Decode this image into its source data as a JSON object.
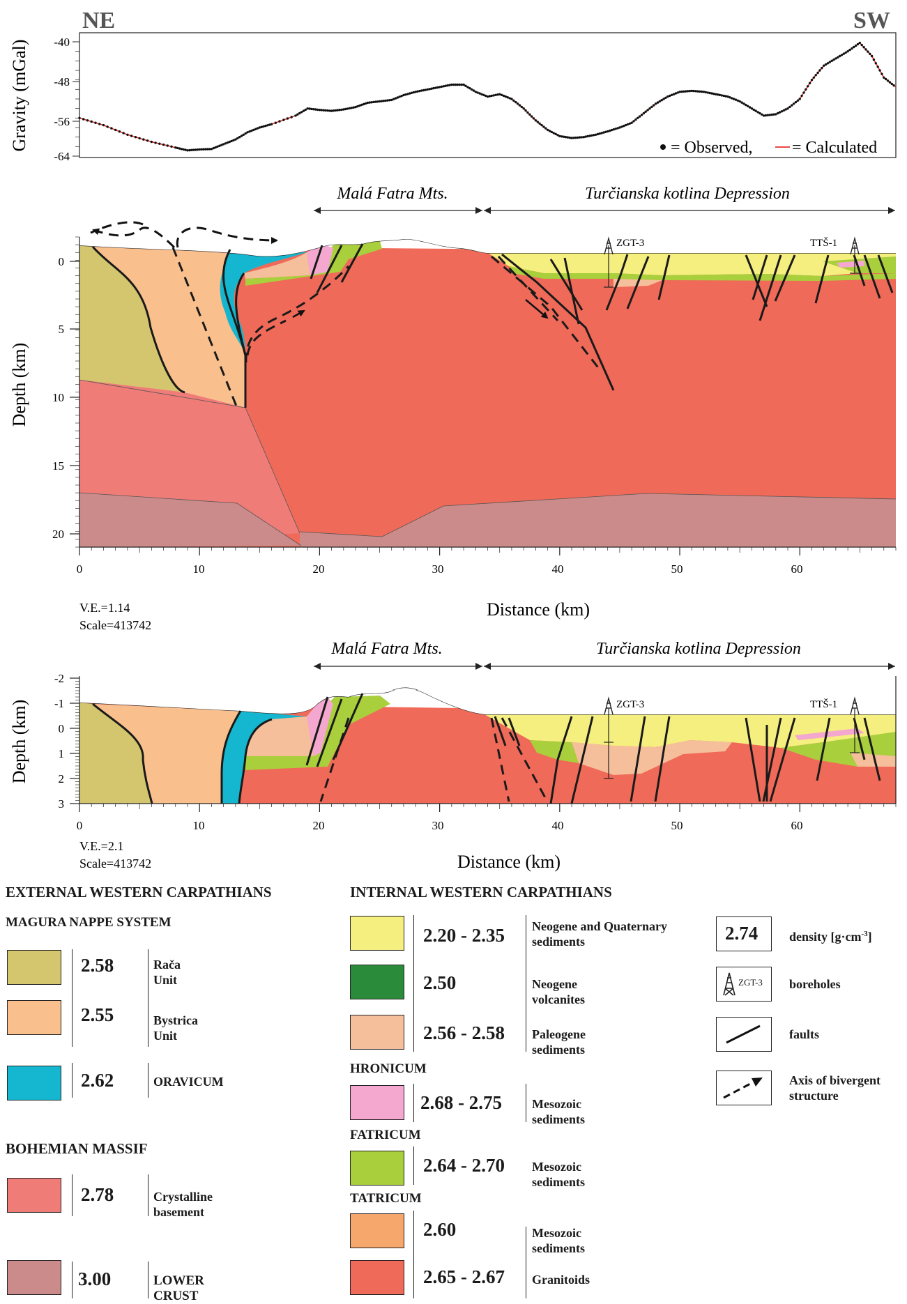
{
  "gravity": {
    "ylabel": "Gravity (mGal)",
    "yticks": [
      "-40",
      "-48",
      "-56",
      "-64"
    ],
    "left_label": "NE",
    "right_label": "SW",
    "legend_observed": "= Observed,",
    "legend_calculated": "= Calculated",
    "series": [
      {
        "name": "Observed",
        "color": "#111111"
      },
      {
        "name": "Calculated",
        "color": "#e8312a"
      }
    ],
    "chart_data": {
      "type": "line",
      "ylim": [
        -64,
        -38
      ],
      "xlim": [
        0,
        68
      ],
      "x": [
        0,
        2,
        4,
        6,
        8,
        9,
        10,
        11,
        12,
        13,
        14,
        15,
        16,
        18,
        19,
        20,
        21,
        22,
        23,
        24,
        25,
        26,
        27,
        28,
        29,
        30,
        31,
        32,
        33,
        34,
        35,
        36,
        37,
        38,
        39,
        40,
        41,
        42,
        43,
        44,
        45,
        46,
        47,
        48,
        49,
        50,
        51,
        52,
        53,
        54,
        55,
        56,
        57,
        58,
        59,
        60,
        61,
        62,
        63,
        64,
        65,
        66,
        67,
        68
      ],
      "values": [
        -56,
        -57.5,
        -59.5,
        -61,
        -62.2,
        -62.8,
        -62.6,
        -62.5,
        -61.5,
        -60.5,
        -59,
        -58,
        -57.3,
        -55.5,
        -54,
        -54.3,
        -54.5,
        -54.2,
        -53.7,
        -52.8,
        -52.5,
        -52.2,
        -51.2,
        -50.5,
        -50,
        -49.5,
        -49,
        -49,
        -50.5,
        -51.5,
        -51,
        -52,
        -54,
        -56.5,
        -58.5,
        -59.8,
        -60.2,
        -60,
        -59.5,
        -58.8,
        -58,
        -57,
        -55,
        -53,
        -51.5,
        -50.5,
        -50.3,
        -50.5,
        -51,
        -51.5,
        -52.5,
        -54,
        -55.5,
        -55.2,
        -54,
        -52,
        -48,
        -45,
        -43.5,
        -42,
        -40.2,
        -43,
        -47.5,
        -49.5
      ]
    }
  },
  "regions": {
    "mala_fatra": "Malá Fatra Mts.",
    "turcianska": "Turčianska kotlina Depression"
  },
  "boreholes": {
    "zgt": "ZGT-3",
    "tts": "TTŠ-1"
  },
  "section1": {
    "ylabel": "Depth (km)",
    "yticks": [
      "0",
      "5",
      "10",
      "15",
      "20"
    ],
    "xticks": [
      "0",
      "10",
      "20",
      "30",
      "40",
      "50",
      "60"
    ],
    "xlabel": "Distance (km)",
    "ve": "V.E.=1.14",
    "scale": "Scale=413742"
  },
  "section2": {
    "ylabel": "Depth (km)",
    "yticks": [
      "-2",
      "-1",
      "0",
      "1",
      "2",
      "3"
    ],
    "xticks": [
      "0",
      "10",
      "20",
      "30",
      "40",
      "50",
      "60"
    ],
    "xlabel": "Distance (km)",
    "ve": "V.E.=2.1",
    "scale": "Scale=413742"
  },
  "legend": {
    "external_title": "EXTERNAL WESTERN CARPATHIANS",
    "magura_title": "MAGURA NAPPE SYSTEM",
    "internal_title": "INTERNAL WESTERN CARPATHIANS",
    "bohemian_title": "BOHEMIAN MASSIF",
    "hronicum": "HRONICUM",
    "fatricum": "FATRICUM",
    "tatricum": "TATRICUM",
    "units": {
      "raca": {
        "density": "2.58",
        "label": "Rača Unit",
        "color": "#d4c66e"
      },
      "bystrica": {
        "density": "2.55",
        "label": "Bystrica Unit",
        "color": "#f9c08e"
      },
      "oravicum": {
        "density": "2.62",
        "label": "ORAVICUM",
        "color": "#14b7cf"
      },
      "crystalline": {
        "density": "2.78",
        "label": "Crystalline basement",
        "color": "#f07c78"
      },
      "lower_crust": {
        "density": "3.00",
        "label": "LOWER CRUST",
        "color": "#cc8b8b"
      },
      "neogene": {
        "density": "2.20 - 2.35",
        "label": "Neogene and Quaternary sediments",
        "color": "#f5ef7f"
      },
      "volcanites": {
        "density": "2.50",
        "label": "Neogene volcanites",
        "color": "#2a8c3a"
      },
      "paleogene": {
        "density": "2.56 - 2.58",
        "label": "Paleogene sediments",
        "color": "#f6bf9c"
      },
      "hronicum_mes": {
        "density": "2.68 - 2.75",
        "label": "Mesozoic sediments",
        "color": "#f4a8cf"
      },
      "fatricum_mes": {
        "density": "2.64 - 2.70",
        "label": "Mesozoic sediments",
        "color": "#a9cf3c"
      },
      "tatricum_mes": {
        "density": "2.60",
        "label": "Mesozoic sediments",
        "color": "#f6a76b"
      },
      "granitoids": {
        "density": "2.65 - 2.67",
        "label": "Granitoids",
        "color": "#ef6a58"
      }
    },
    "symbols": {
      "density_value": "2.74",
      "density_label": "density [g·cm",
      "density_sup": "-3",
      "density_close": "]",
      "borehole_tag": "ZGT-3",
      "boreholes_label": "boreholes",
      "faults_label": "faults",
      "axis_label": "Axis of bivergent structure"
    }
  }
}
